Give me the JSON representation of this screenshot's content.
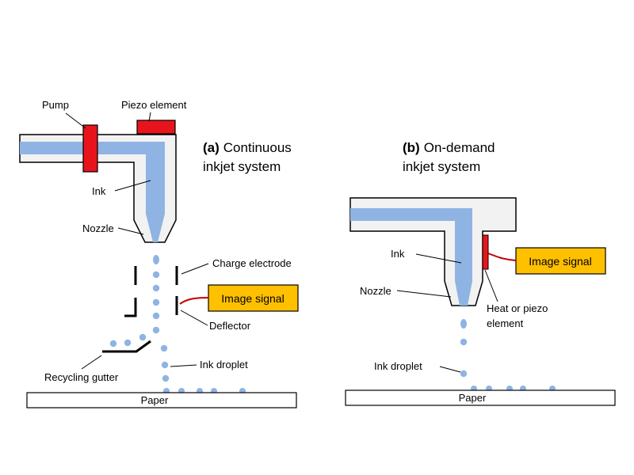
{
  "colors": {
    "ink": "#8fb4e3",
    "body_fill": "#f2f2f2",
    "pump_red": "#e8141c",
    "signal_fill": "#ffc000",
    "wire_red": "#c00000",
    "outline": "#000000"
  },
  "panel_a": {
    "title_letter": "(a)",
    "title_rest": "Continuous",
    "title_line2": "inkjet system",
    "labels": {
      "pump": "Pump",
      "piezo": "Piezo element",
      "ink": "Ink",
      "nozzle": "Nozzle",
      "charge_electrode": "Charge electrode",
      "image_signal": "Image signal",
      "deflector": "Deflector",
      "ink_droplet": "Ink droplet",
      "recycling_gutter": "Recycling gutter",
      "paper": "Paper"
    }
  },
  "panel_b": {
    "title_letter": "(b)",
    "title_rest": "On-demand",
    "title_line2": "inkjet system",
    "labels": {
      "ink": "Ink",
      "nozzle": "Nozzle",
      "image_signal": "Image signal",
      "heat_piezo_1": "Heat or piezo",
      "heat_piezo_2": "element",
      "ink_droplet": "Ink droplet",
      "paper": "Paper"
    }
  }
}
